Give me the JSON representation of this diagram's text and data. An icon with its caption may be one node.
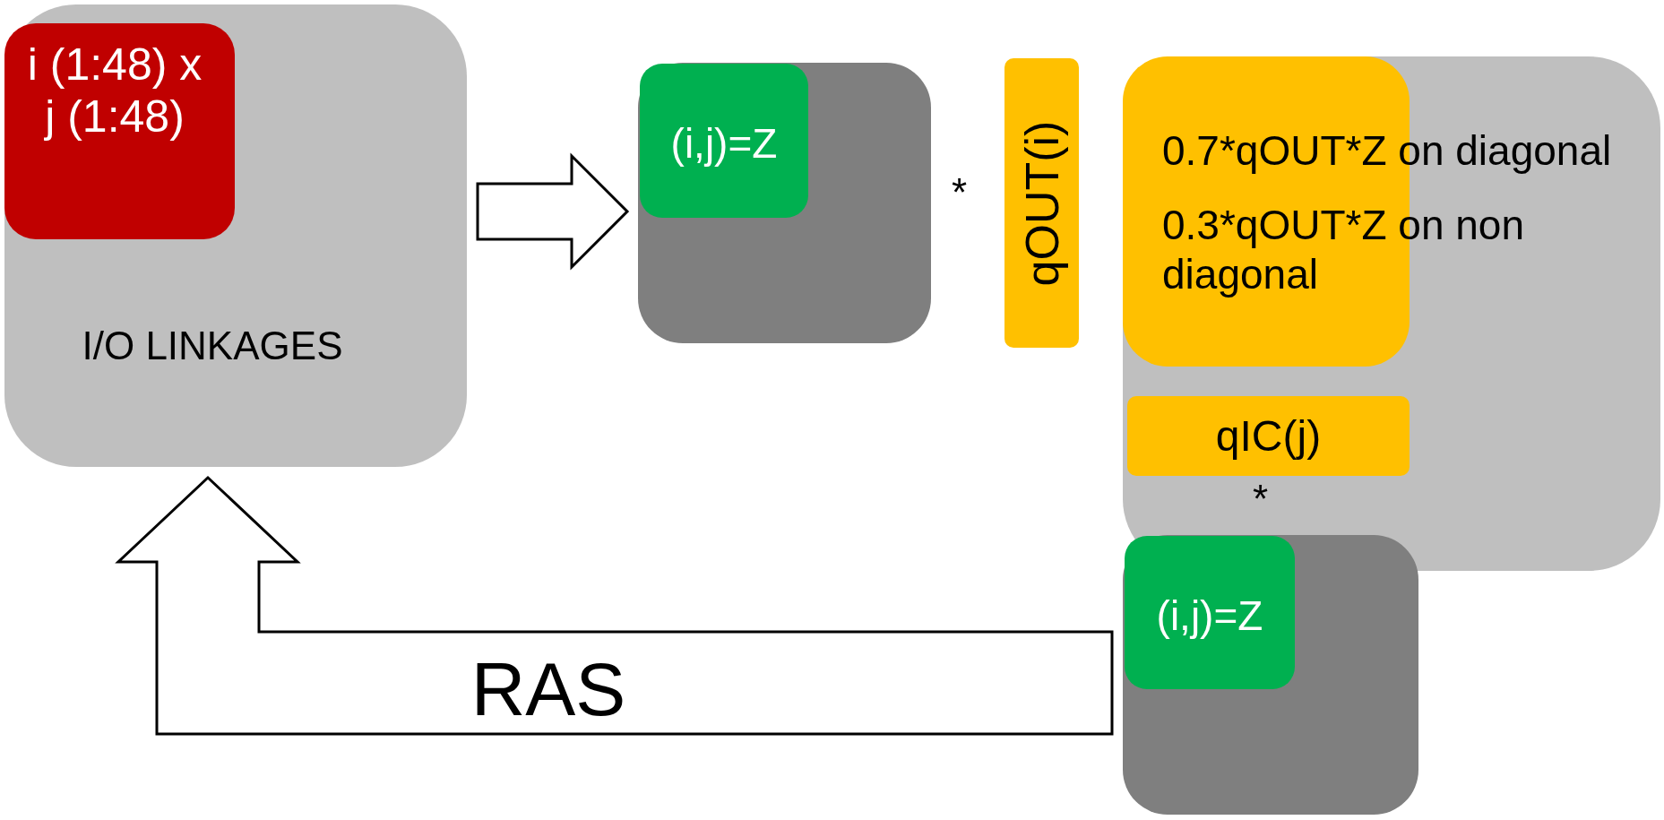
{
  "diagram": {
    "nodes": [
      {
        "text": [
          "I/O LINKAGES"
        ]
      },
      {
        "text": [
          "i (1:48) x j (1:48)"
        ],
        "in": 0
      },
      {
        "text": [],
        "shape": "box"
      },
      {
        "text": [
          "(i,j)=Z"
        ],
        "in": 2
      },
      {
        "text": [
          "qOUT(i)"
        ]
      },
      {
        "text": [],
        "shape": "box"
      },
      {
        "text": [
          "0.7*qOUT*Z on diagonal",
          "0.3*qOUT*Z on non diagonal"
        ],
        "in": 5
      },
      {
        "text": [
          "qIC(j)"
        ],
        "in": 5
      },
      {
        "text": [],
        "shape": "box"
      },
      {
        "text": [
          "(i,j)=Z"
        ],
        "in": 8
      }
    ],
    "edges": [
      {
        "from": 0,
        "to": 2,
        "arrow": "to"
      },
      {
        "from": 8,
        "to": 0,
        "arrow": "to",
        "label": "RAS"
      }
    ],
    "labels": [
      "*",
      "*"
    ]
  }
}
